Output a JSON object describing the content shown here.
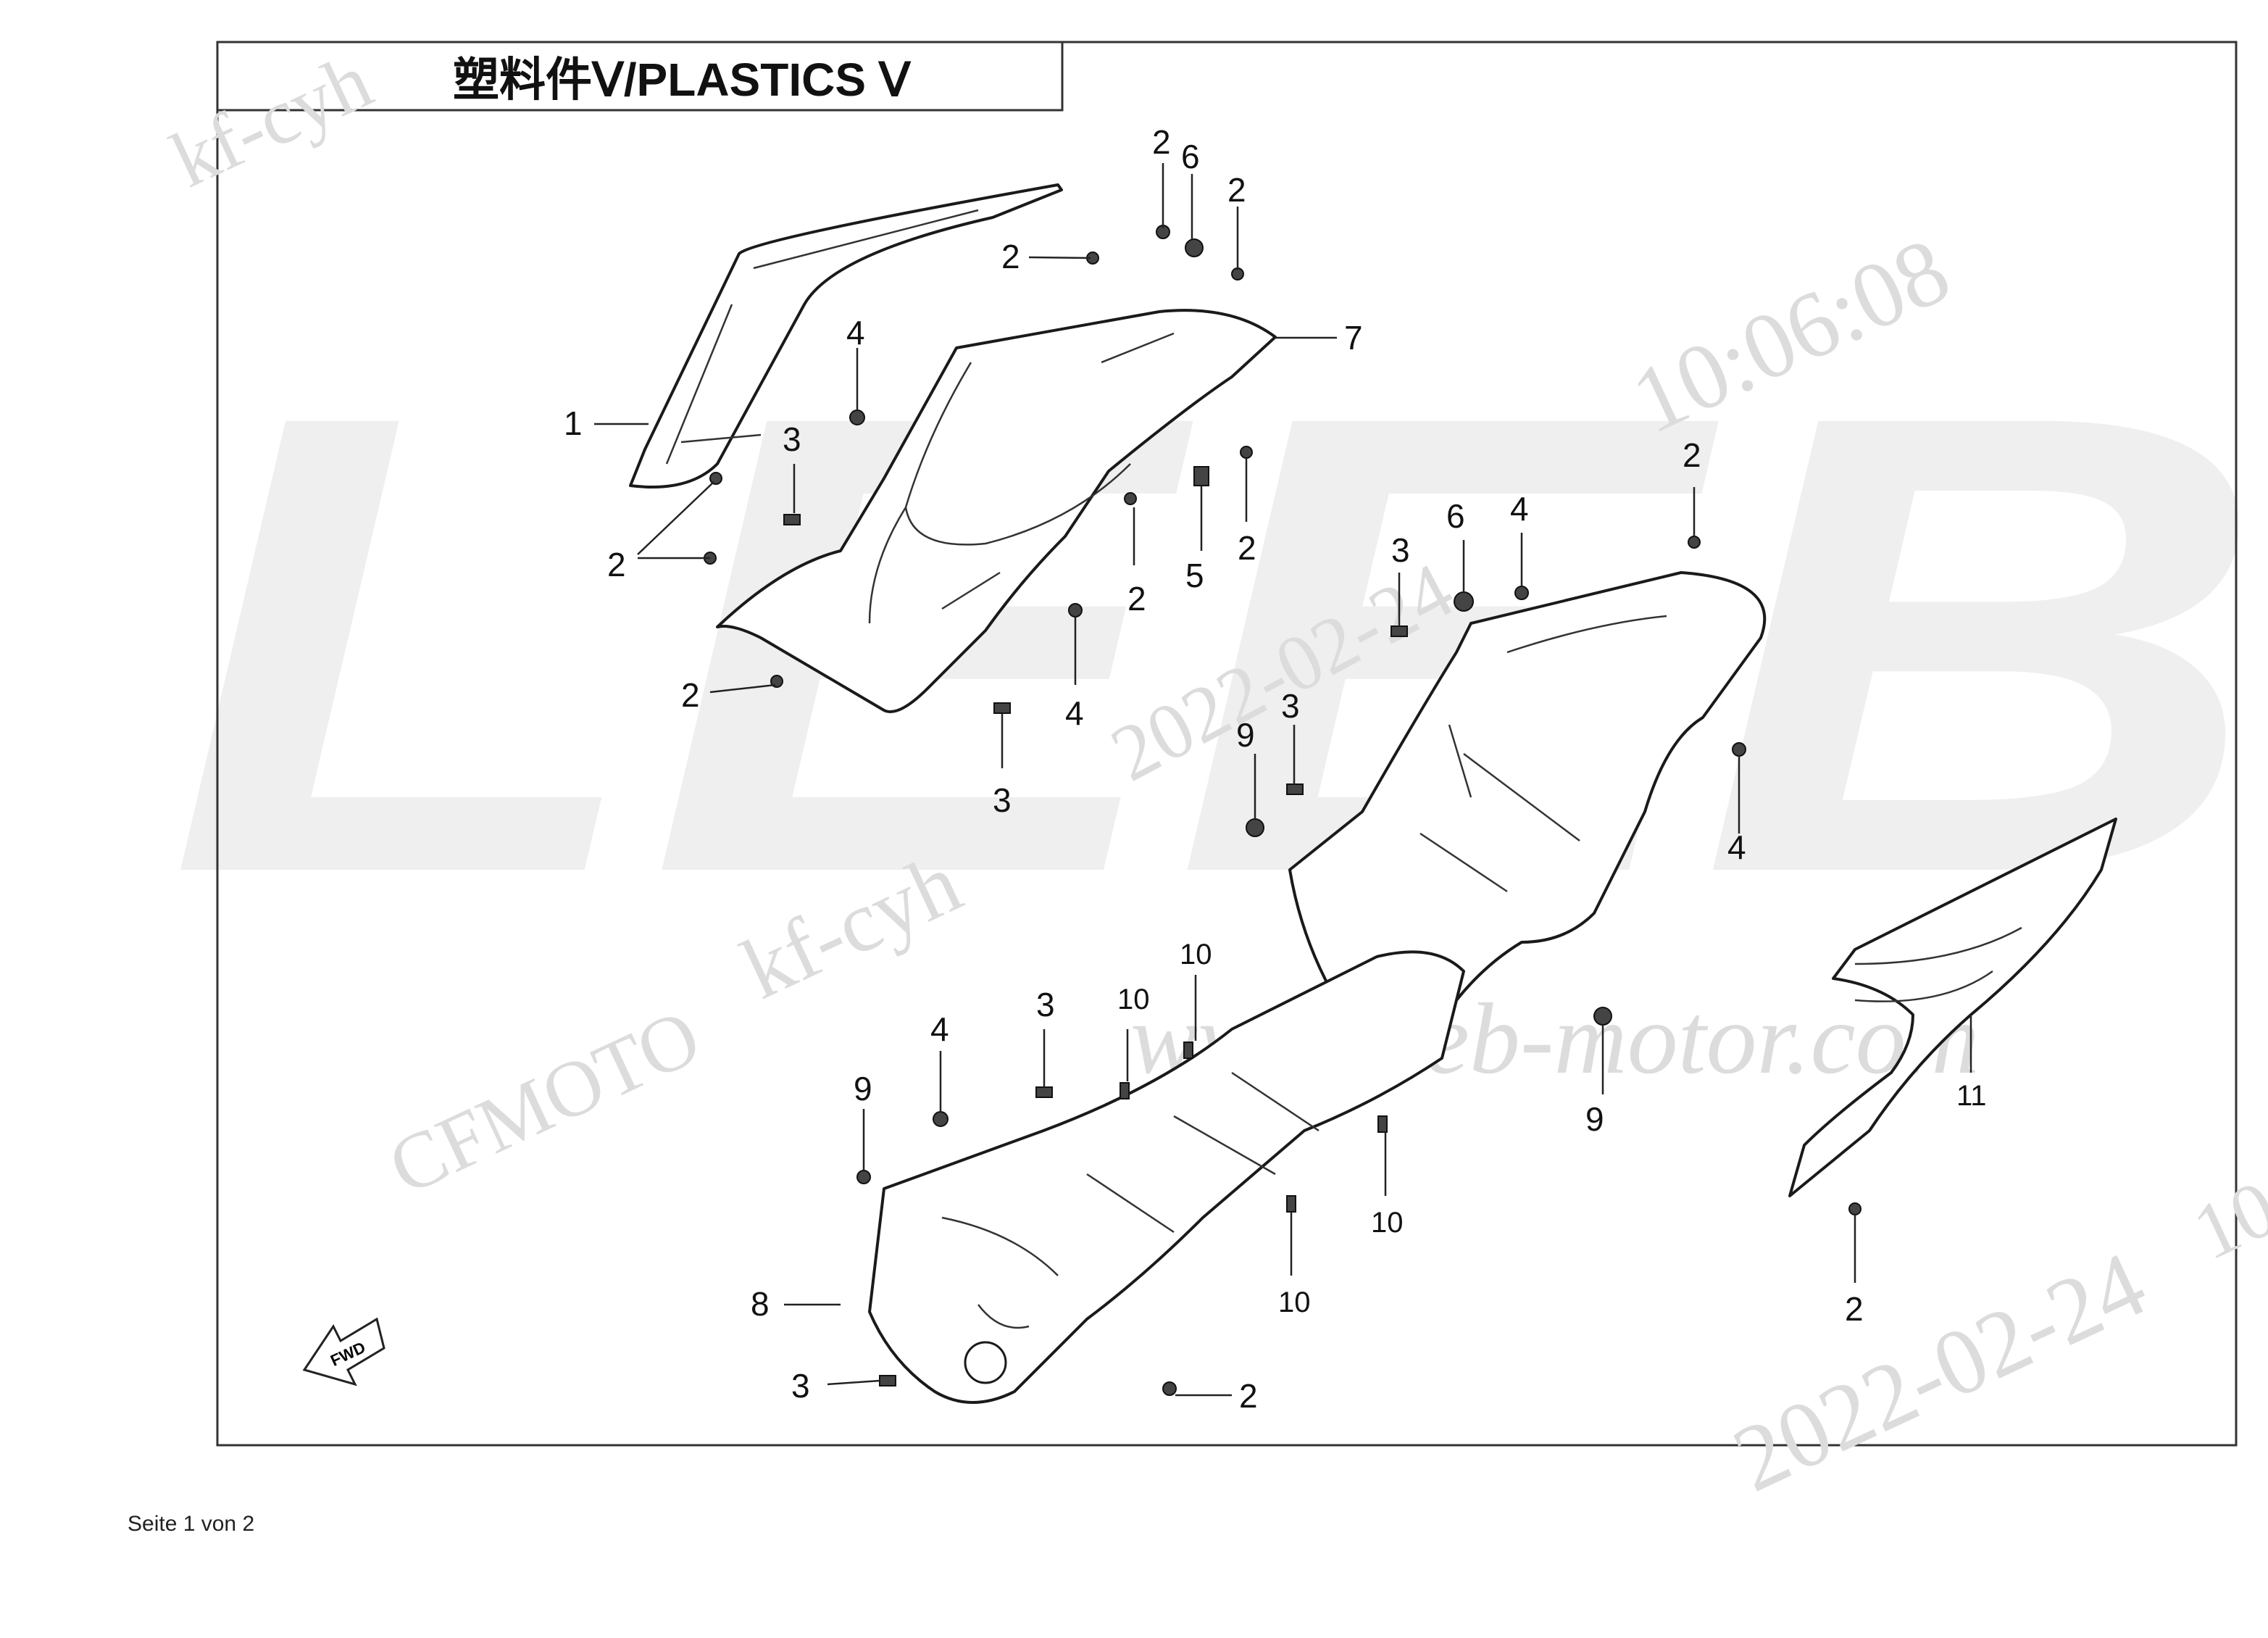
{
  "title": "塑料件Ⅴ/PLASTICS Ⅴ",
  "watermarks": {
    "brand_logo": "LEEB",
    "texts": [
      "kf-cyh",
      "10:06:08",
      "2022-02-24",
      "kf-cyh",
      "CFMOTO",
      "www.leeb-motor.com",
      "2022-02-24",
      "10"
    ]
  },
  "direction_arrow": "FWD",
  "footer": "Seite 1 von 2",
  "callouts": [
    {
      "label": "1"
    },
    {
      "label": "2"
    },
    {
      "label": "2"
    },
    {
      "label": "2"
    },
    {
      "label": "2"
    },
    {
      "label": "6"
    },
    {
      "label": "2"
    },
    {
      "label": "7"
    },
    {
      "label": "4"
    },
    {
      "label": "3"
    },
    {
      "label": "2"
    },
    {
      "label": "2"
    },
    {
      "label": "5"
    },
    {
      "label": "2"
    },
    {
      "label": "4"
    },
    {
      "label": "3"
    },
    {
      "label": "2"
    },
    {
      "label": "6"
    },
    {
      "label": "4"
    },
    {
      "label": "3"
    },
    {
      "label": "3"
    },
    {
      "label": "9"
    },
    {
      "label": "4"
    },
    {
      "label": "10"
    },
    {
      "label": "10"
    },
    {
      "label": "3"
    },
    {
      "label": "4"
    },
    {
      "label": "9"
    },
    {
      "label": "9"
    },
    {
      "label": "11"
    },
    {
      "label": "10"
    },
    {
      "label": "10"
    },
    {
      "label": "8"
    },
    {
      "label": "3"
    },
    {
      "label": "2"
    },
    {
      "label": "2"
    }
  ],
  "colors": {
    "line": "#1a1a1a",
    "watermark": "#dcdcdc",
    "logo": "#efefef",
    "frame": "#333333"
  }
}
